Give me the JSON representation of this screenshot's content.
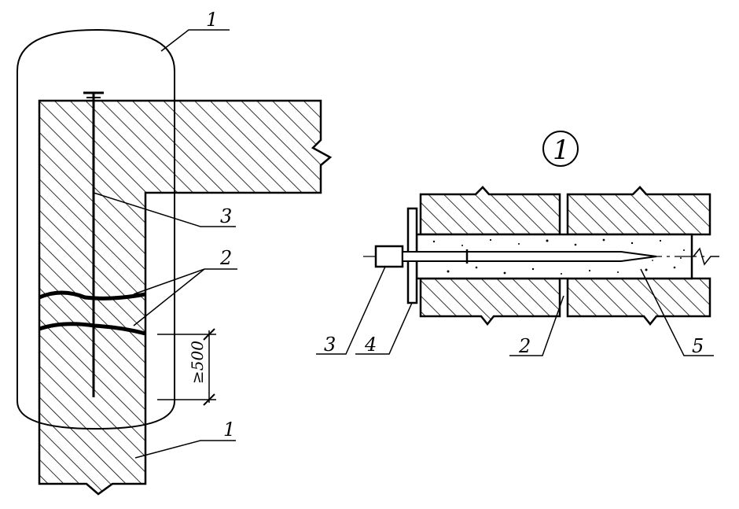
{
  "drawing": {
    "callout_1_top": "1",
    "callout_1_bottom": "1",
    "callout_2_left": "2",
    "callout_3_left": "3",
    "dimension": "≥500",
    "detail_marker": "1",
    "detail_callout_3": "3",
    "detail_callout_4": "4",
    "detail_callout_2": "2",
    "detail_callout_5": "5"
  },
  "colors": {
    "ink": "#000000",
    "paper": "#ffffff"
  }
}
